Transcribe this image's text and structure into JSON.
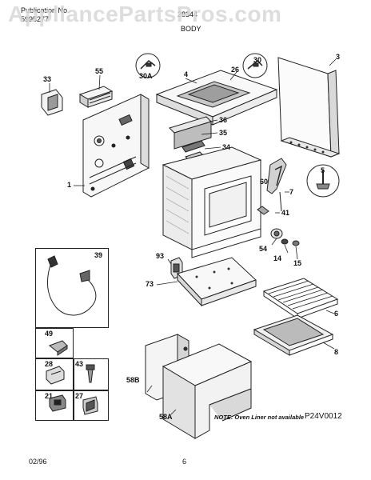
{
  "header": {
    "publication_label": "Publication No.",
    "publication_number": "5995277",
    "model": "28344",
    "section": "BODY"
  },
  "watermark": "AppliancePartsPros.com",
  "callouts": {
    "c1": "1",
    "c3": "3",
    "c4": "4",
    "c5": "5",
    "c6": "6",
    "c7": "7",
    "c8": "8",
    "c14": "14",
    "c15": "15",
    "c21": "21",
    "c26": "26",
    "c27": "27",
    "c28": "28",
    "c30": "30",
    "c30a": "30A",
    "c33": "33",
    "c34": "34",
    "c35": "35",
    "c36": "36",
    "c39": "39",
    "c41": "41",
    "c43": "43",
    "c49": "49",
    "c54": "54",
    "c55": "55",
    "c58a": "58A",
    "c58b": "58B",
    "c60": "60",
    "c73": "73",
    "c93": "93"
  },
  "note": "NOTE: Oven Liner not available",
  "diagram_code": "P24V0012",
  "footer": {
    "date": "02/96",
    "page": "6"
  }
}
